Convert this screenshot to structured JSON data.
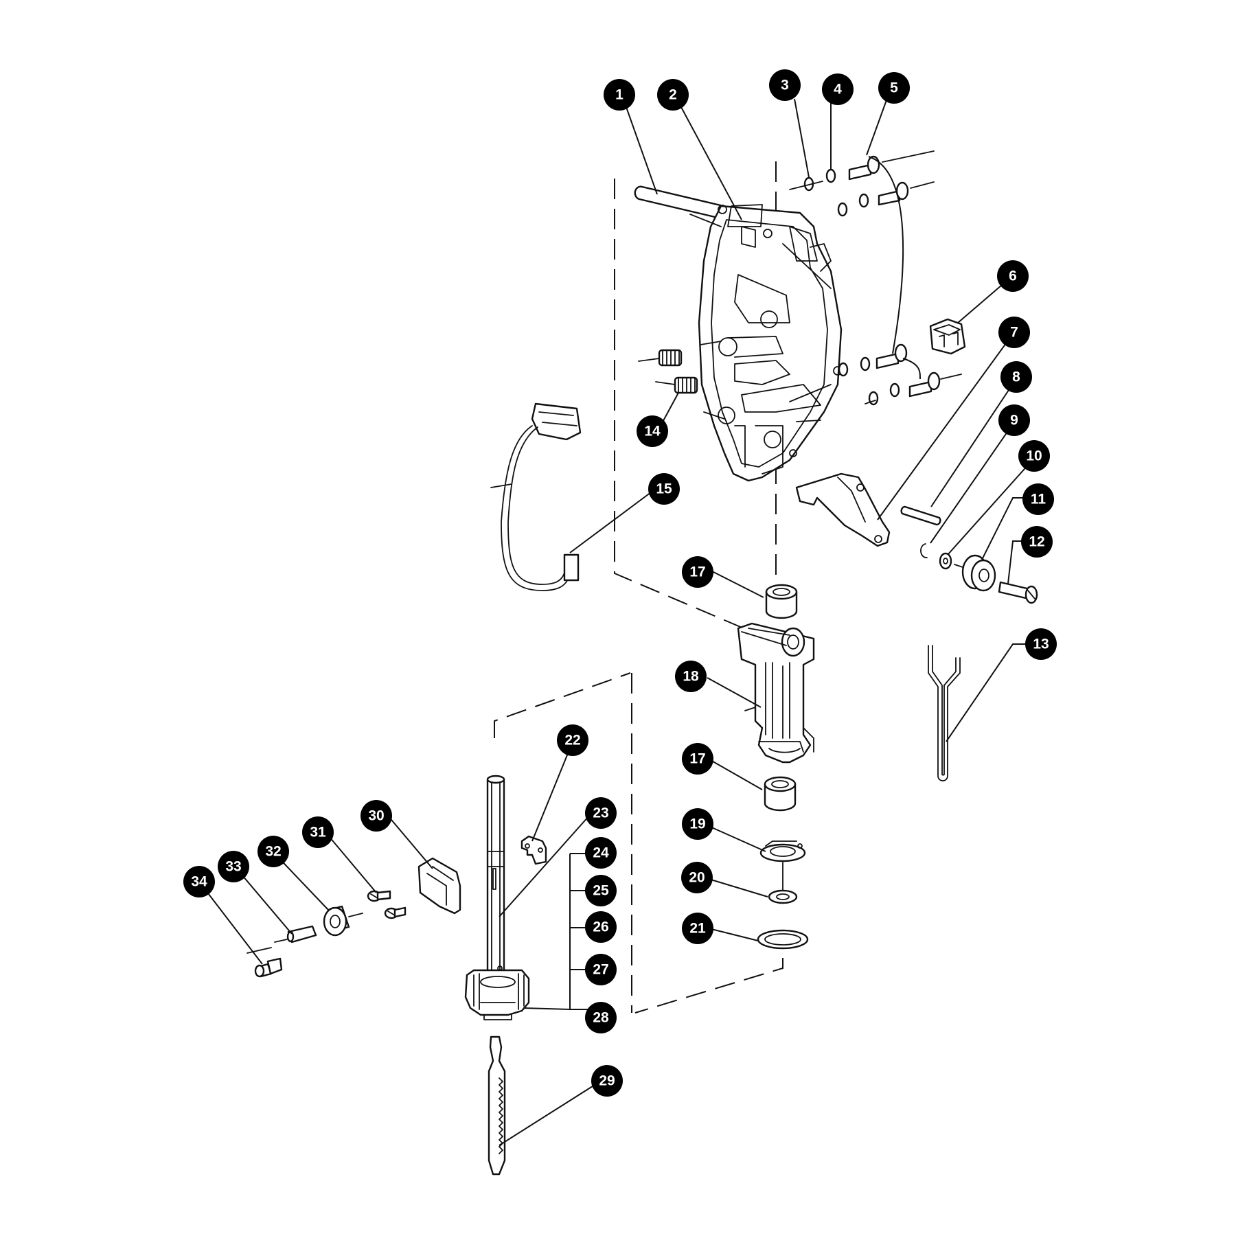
{
  "callouts": [
    {
      "id": "c1",
      "label": "1"
    },
    {
      "id": "c2",
      "label": "2"
    },
    {
      "id": "c3",
      "label": "3"
    },
    {
      "id": "c4",
      "label": "4"
    },
    {
      "id": "c5",
      "label": "5"
    },
    {
      "id": "c6",
      "label": "6"
    },
    {
      "id": "c7",
      "label": "7"
    },
    {
      "id": "c8",
      "label": "8"
    },
    {
      "id": "c9",
      "label": "9"
    },
    {
      "id": "c10",
      "label": "10"
    },
    {
      "id": "c11",
      "label": "11"
    },
    {
      "id": "c12",
      "label": "12"
    },
    {
      "id": "c13",
      "label": "13"
    },
    {
      "id": "c14",
      "label": "14"
    },
    {
      "id": "c15",
      "label": "15"
    },
    {
      "id": "c17a",
      "label": "17"
    },
    {
      "id": "c17b",
      "label": "17"
    },
    {
      "id": "c18",
      "label": "18"
    },
    {
      "id": "c19",
      "label": "19"
    },
    {
      "id": "c20",
      "label": "20"
    },
    {
      "id": "c21",
      "label": "21"
    },
    {
      "id": "c22",
      "label": "22"
    },
    {
      "id": "c23",
      "label": "23"
    },
    {
      "id": "c24",
      "label": "24"
    },
    {
      "id": "c25",
      "label": "25"
    },
    {
      "id": "c26",
      "label": "26"
    },
    {
      "id": "c27",
      "label": "27"
    },
    {
      "id": "c28",
      "label": "28"
    },
    {
      "id": "c29",
      "label": "29"
    },
    {
      "id": "c30",
      "label": "30"
    },
    {
      "id": "c31",
      "label": "31"
    },
    {
      "id": "c32",
      "label": "32"
    },
    {
      "id": "c33",
      "label": "33"
    },
    {
      "id": "c34",
      "label": "34"
    }
  ],
  "colors": {
    "line": "#111111",
    "callout_fill": "#000000",
    "callout_text": "#ffffff",
    "background": "#ffffff"
  }
}
